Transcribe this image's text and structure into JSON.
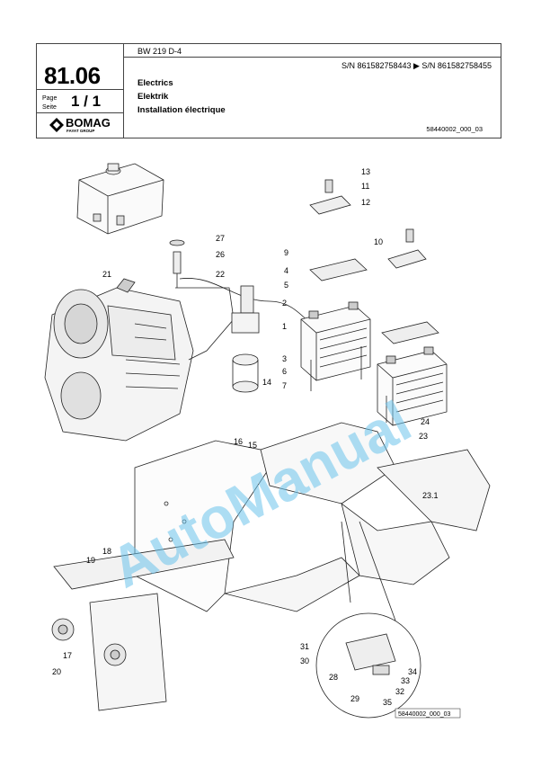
{
  "header": {
    "model": "BW 219 D-4",
    "serial_range": "S/N 861582758443  ▶  S/N 861582758455",
    "section_number": "81.06",
    "page_label_en": "Page",
    "page_label_de": "Seite",
    "page_number": "1  /  1",
    "title_en": "Electrics",
    "title_de": "Elektrik",
    "title_fr": "Installation électrique",
    "image_ref": "58440002_000_03",
    "logo_text": "BOMAG",
    "logo_subtext": "FAYAT GROUP"
  },
  "diagram": {
    "callouts": [
      "13",
      "11",
      "12",
      "27",
      "26",
      "10",
      "9",
      "4",
      "5",
      "2",
      "22",
      "21",
      "1",
      "3",
      "6",
      "7",
      "14",
      "16",
      "15",
      "24",
      "23",
      "23.1",
      "18",
      "19",
      "17",
      "20",
      "31",
      "30",
      "28",
      "29",
      "35",
      "32",
      "33",
      "34"
    ],
    "detail_ref": "58440002_000_03",
    "watermark": "AutoManual"
  }
}
